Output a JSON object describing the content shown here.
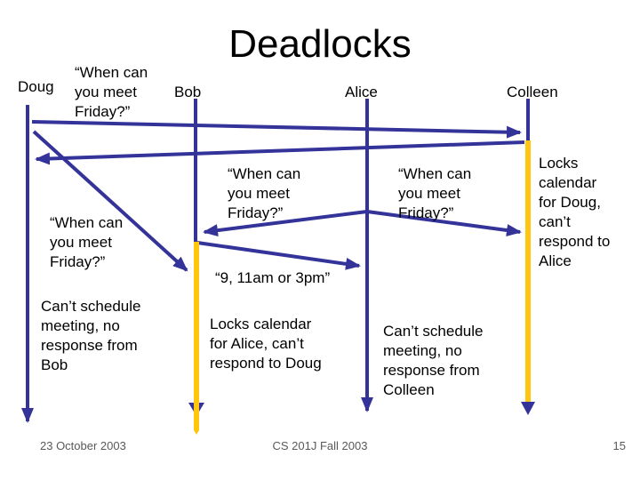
{
  "slide": {
    "title": "Deadlocks",
    "colors": {
      "line_navy": "#333399",
      "lock_yellow": "#FFC60D",
      "text_black": "#000000",
      "footer_gray": "#595959"
    },
    "actors": {
      "doug": {
        "label": "Doug"
      },
      "bob": {
        "label": "Bob"
      },
      "alice": {
        "label": "Alice"
      },
      "colleen": {
        "label": "Colleen"
      }
    },
    "messages": {
      "doug_request_top": "“When can\nyou meet\nFriday?”",
      "doug_request_left": "“When can\nyou meet\nFriday?”",
      "alice_request_mid": "“When can\nyou meet\nFriday?”",
      "alice_request_right": "“When can\nyou meet\nFriday?”",
      "bob_reply": "“9, 11am or 3pm”"
    },
    "annotations": {
      "colleen_lock": "Locks\ncalendar\nfor Doug,\ncan’t\nrespond to\nAlice",
      "bob_lock": "Locks calendar\nfor Alice, can’t\nrespond to Doug",
      "doug_fail": "Can’t schedule\nmeeting, no\nresponse from\nBob",
      "alice_fail": "Can’t schedule\nmeeting, no\nresponse from\nColleen"
    },
    "footer": {
      "date": "23 October 2003",
      "course": "CS 201J Fall 2003",
      "page": "15"
    }
  }
}
